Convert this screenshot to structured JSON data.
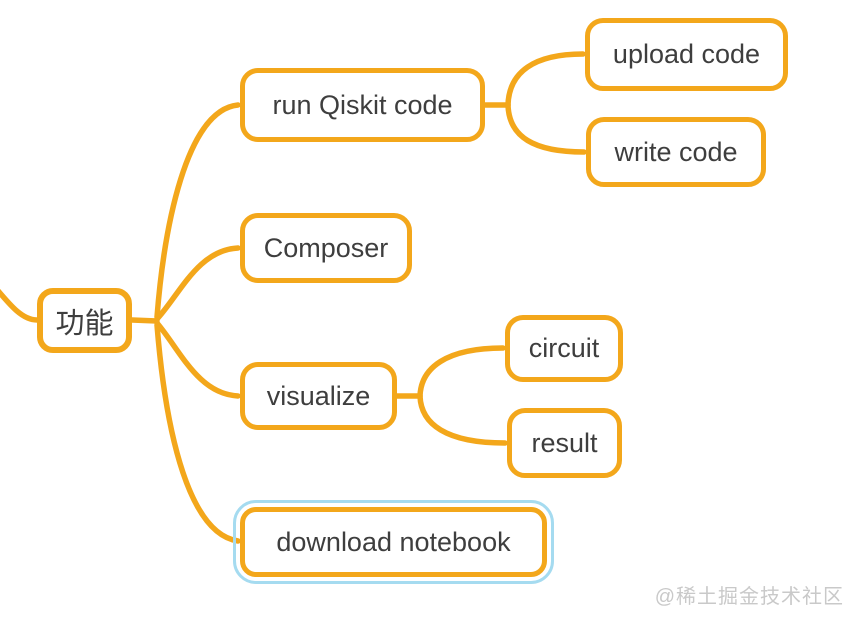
{
  "mindmap": {
    "root": {
      "label": "功能"
    },
    "branches": [
      {
        "label": "run Qiskit code",
        "children": [
          {
            "label": "upload code"
          },
          {
            "label": "write code"
          }
        ]
      },
      {
        "label": "Composer",
        "children": []
      },
      {
        "label": "visualize",
        "children": [
          {
            "label": "circuit"
          },
          {
            "label": "result"
          }
        ]
      },
      {
        "label": "download notebook",
        "children": [],
        "selected": true
      }
    ]
  },
  "watermark": {
    "text": "@稀土掘金技术社区"
  },
  "colors": {
    "accent": "#F3A71B",
    "selection": "#A5DBF0",
    "node_fill": "#FFFFFF",
    "text": "#3E3E3E",
    "watermark": "#C9C9C9"
  }
}
